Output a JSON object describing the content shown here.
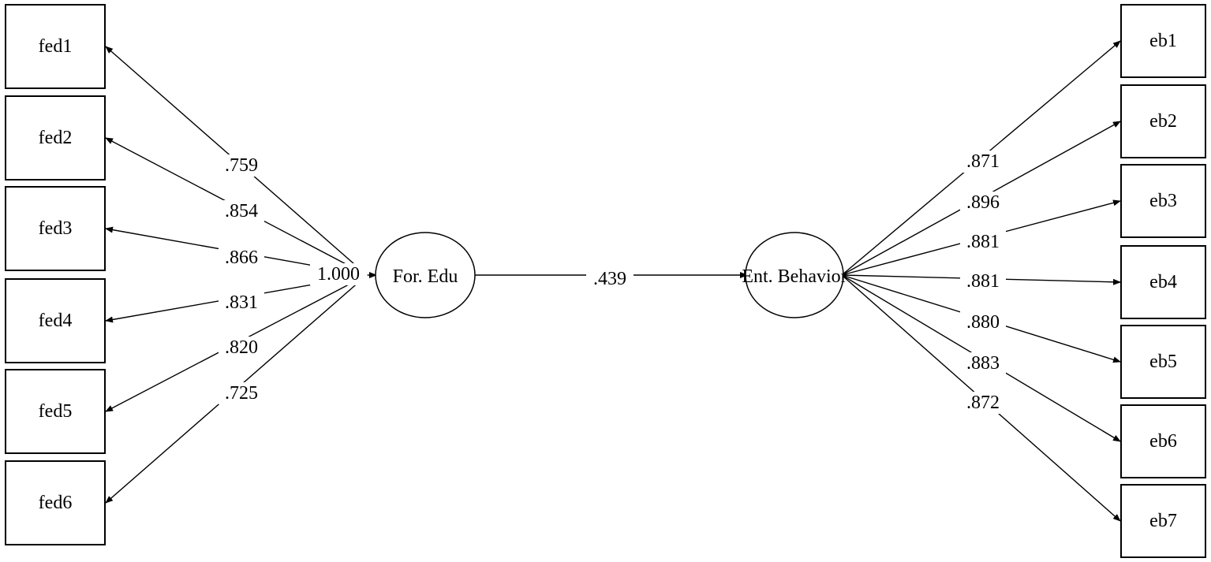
{
  "model": {
    "exogenous": {
      "label": "For. Edu"
    },
    "endogenous": {
      "label": "Ent. Behavior"
    },
    "exogenous_variance": "1.000",
    "structural_path": ".439",
    "left_indicators": [
      {
        "label": "fed1",
        "loading": ".759"
      },
      {
        "label": "fed2",
        "loading": ".854"
      },
      {
        "label": "fed3",
        "loading": ".866"
      },
      {
        "label": "fed4",
        "loading": ".831"
      },
      {
        "label": "fed5",
        "loading": ".820"
      },
      {
        "label": "fed6",
        "loading": ".725"
      }
    ],
    "right_indicators": [
      {
        "label": "eb1",
        "loading": ".871"
      },
      {
        "label": "eb2",
        "loading": ".896"
      },
      {
        "label": "eb3",
        "loading": ".881"
      },
      {
        "label": "eb4",
        "loading": ".881"
      },
      {
        "label": "eb5",
        "loading": ".880"
      },
      {
        "label": "eb6",
        "loading": ".883"
      },
      {
        "label": "eb7",
        "loading": ".872"
      }
    ]
  },
  "colors": {
    "stroke": "#000000",
    "background": "#ffffff",
    "text": "#000000"
  }
}
